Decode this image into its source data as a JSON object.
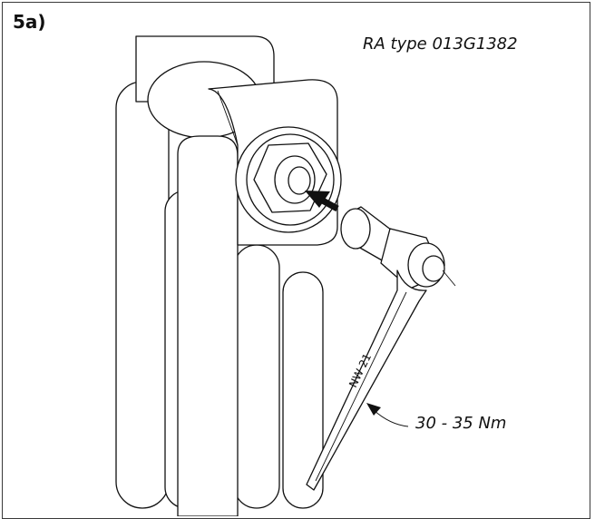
{
  "figure": {
    "step_label": "5a)",
    "title": "RA type 013G1382",
    "wrench_label": "NW 21",
    "torque": "30 - 35 Nm"
  }
}
